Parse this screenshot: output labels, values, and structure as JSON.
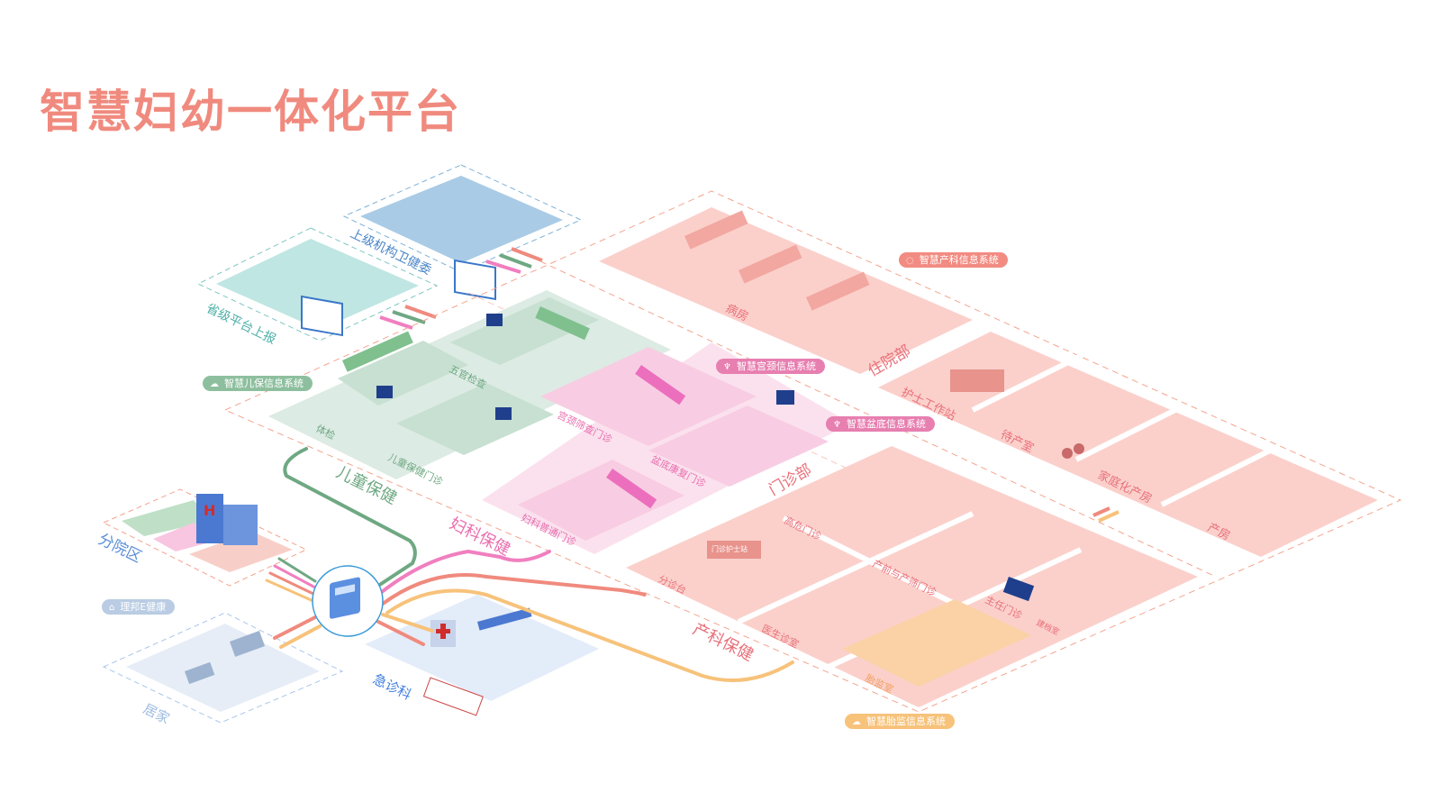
{
  "title": "智慧妇幼一体化平台",
  "systems": {
    "child": "智慧儿保信息系统",
    "obstetrics": "智慧产科信息系统",
    "cervix": "智慧宫颈信息系统",
    "pelvic": "智慧盆底信息系统",
    "home": "理邦E健康",
    "fetal": "智慧胎监信息系统"
  },
  "zones": {
    "superior": "上级机构卫健委",
    "provincial": "省级平台上报",
    "branch": "分院区",
    "home": "居家",
    "emergency": "急诊科",
    "child_health": "儿童保健",
    "gyn_health": "妇科保健",
    "obs_health": "产科保健",
    "inpatient": "住院部",
    "outpatient": "门诊部"
  },
  "rooms": {
    "facial": "五官检查",
    "physical": "体检",
    "child_clinic": "儿童保健门诊",
    "cervix_clinic": "宫颈筛查门诊",
    "pelvic_clinic": "盆底康复门诊",
    "gyn_clinic": "妇科普通门诊",
    "ward": "病房",
    "nurse_station": "护士工作站",
    "labor_wait": "待产室",
    "family_delivery": "家庭化产房",
    "delivery": "产房",
    "high_risk": "高危门诊",
    "triage": "分诊台",
    "prenatal": "产前与产筛门诊",
    "doctor_room": "医生诊室",
    "director": "主任门诊",
    "filing": "建档室",
    "fetal_monitor": "胎监室",
    "nurse_desk": "门诊护士站"
  },
  "colors": {
    "title": "#f08a7e",
    "green": "#6fa883",
    "pink": "#f07fbf",
    "salmon": "#f08a7e",
    "orange": "#f7c27a",
    "blue": "#5b8fd8"
  }
}
